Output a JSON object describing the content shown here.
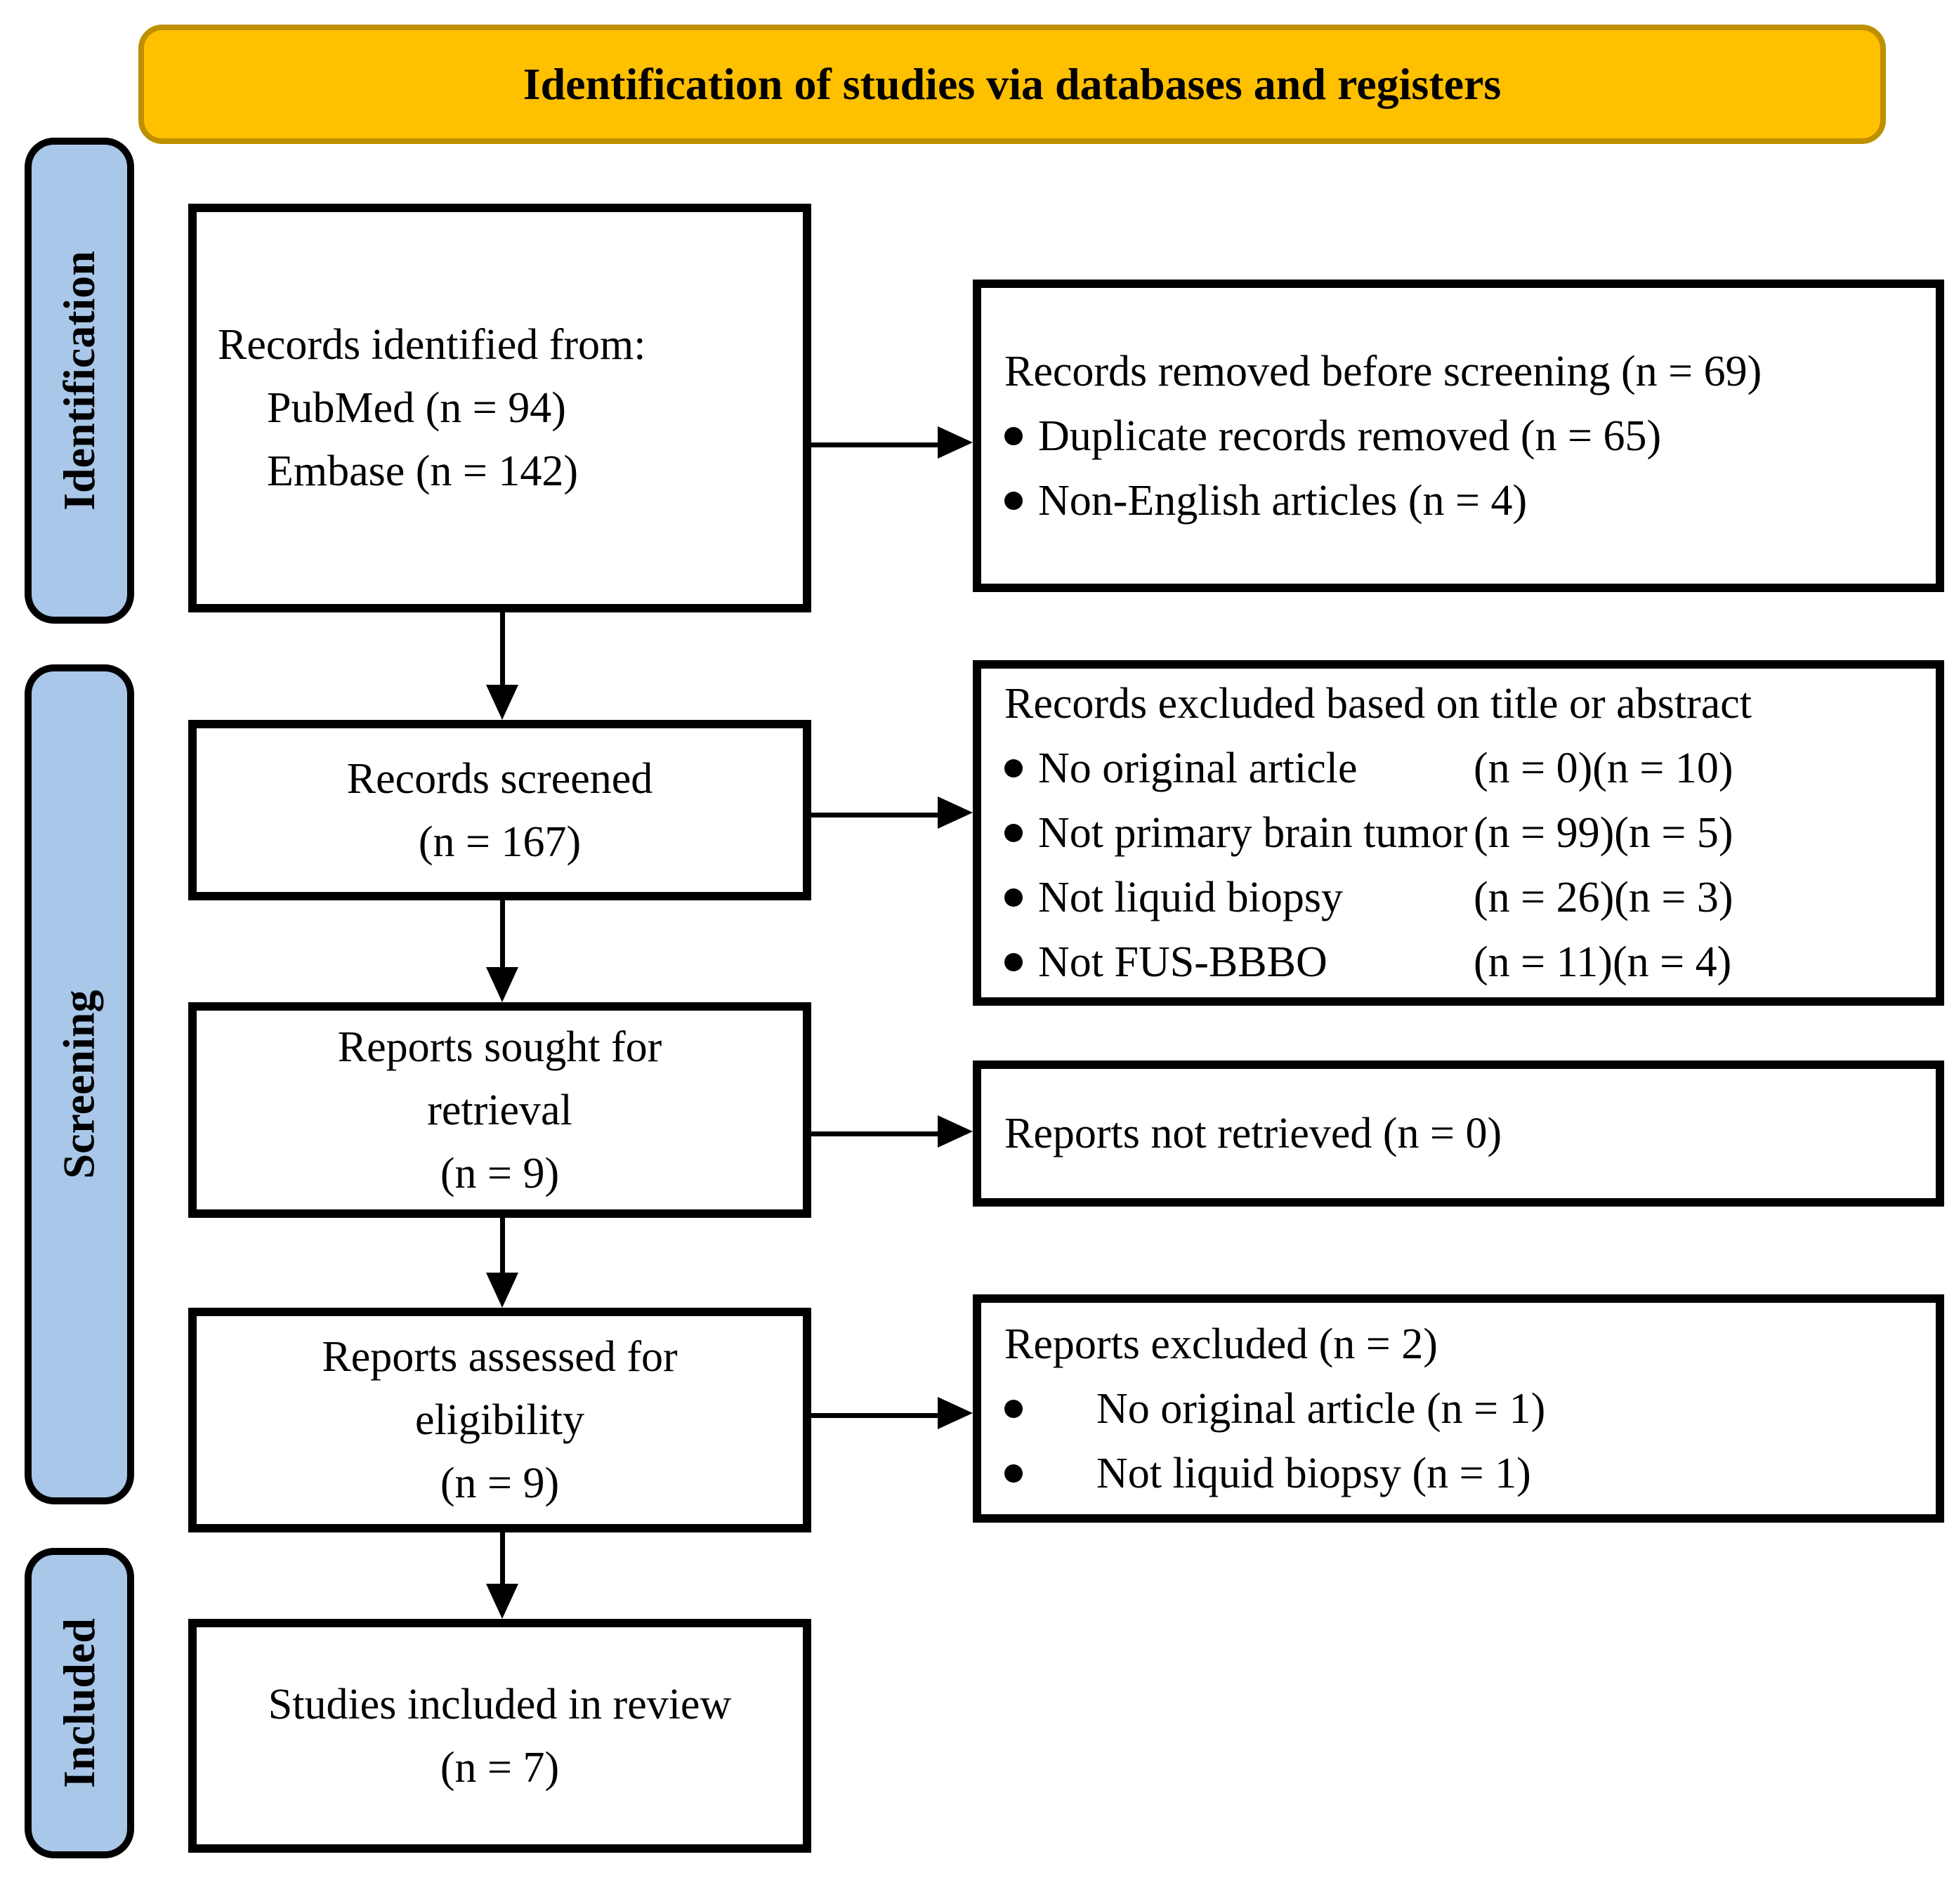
{
  "banner": {
    "title": "Identification of studies via databases and registers"
  },
  "stages": {
    "identification": "Identification",
    "screening": "Screening",
    "included": "Included"
  },
  "flow": {
    "records_identified": {
      "lines": [
        "Records identified from:",
        "PubMed (n = 94)",
        "Embase (n = 142)"
      ]
    },
    "records_screened": {
      "lines": [
        "Records screened",
        "(n = 167)"
      ]
    },
    "reports_sought": {
      "lines": [
        "Reports sought for",
        "retrieval",
        "(n = 9)"
      ]
    },
    "reports_assessed": {
      "lines": [
        "Reports assessed for",
        "eligibility",
        "(n = 9)"
      ]
    },
    "studies_included": {
      "lines": [
        "Studies included in review",
        "(n = 7)"
      ]
    }
  },
  "side": {
    "records_removed": {
      "title": "Records removed before screening (n = 69)",
      "bullets": [
        "Duplicate records removed (n = 65)",
        "Non-English articles (n = 4)"
      ]
    },
    "records_excluded": {
      "title": "Records excluded based on title or abstract",
      "rows": [
        {
          "label": "No original article",
          "n1": "(n = 0)",
          "n2": "(n = 10)"
        },
        {
          "label": "Not primary brain tumor",
          "n1": "(n = 99)",
          "n2": "(n = 5)"
        },
        {
          "label": "Not liquid biopsy",
          "n1": "(n = 26)",
          "n2": "(n = 3)"
        },
        {
          "label": "Not FUS-BBBO",
          "n1": "(n = 11)",
          "n2": "(n = 4)"
        }
      ]
    },
    "reports_not_retrieved": {
      "title": "Reports not retrieved (n = 0)"
    },
    "reports_excluded": {
      "title": "Reports excluded (n = 2)",
      "bullets": [
        "No original article (n = 1)",
        "Not liquid biopsy (n = 1)"
      ]
    }
  },
  "colors": {
    "banner_fill": "#FFC000",
    "banner_border": "#BE9000",
    "stage_fill": "#A9C7E8",
    "box_border": "#000000"
  }
}
